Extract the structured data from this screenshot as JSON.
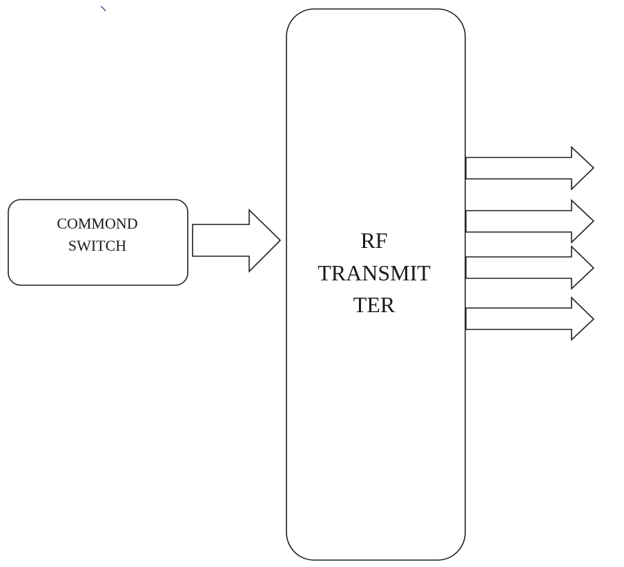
{
  "diagram": {
    "nodes": {
      "command_switch": {
        "lines": [
          "COMMOND",
          "SWITCH"
        ]
      },
      "rf_transmitter": {
        "lines": [
          "RF",
          "TRANSMIT",
          "TER"
        ]
      }
    },
    "edges": [
      {
        "from": "command_switch",
        "to": "rf_transmitter"
      }
    ],
    "outputs_from": "rf_transmitter",
    "output_arrow_count": 4
  }
}
